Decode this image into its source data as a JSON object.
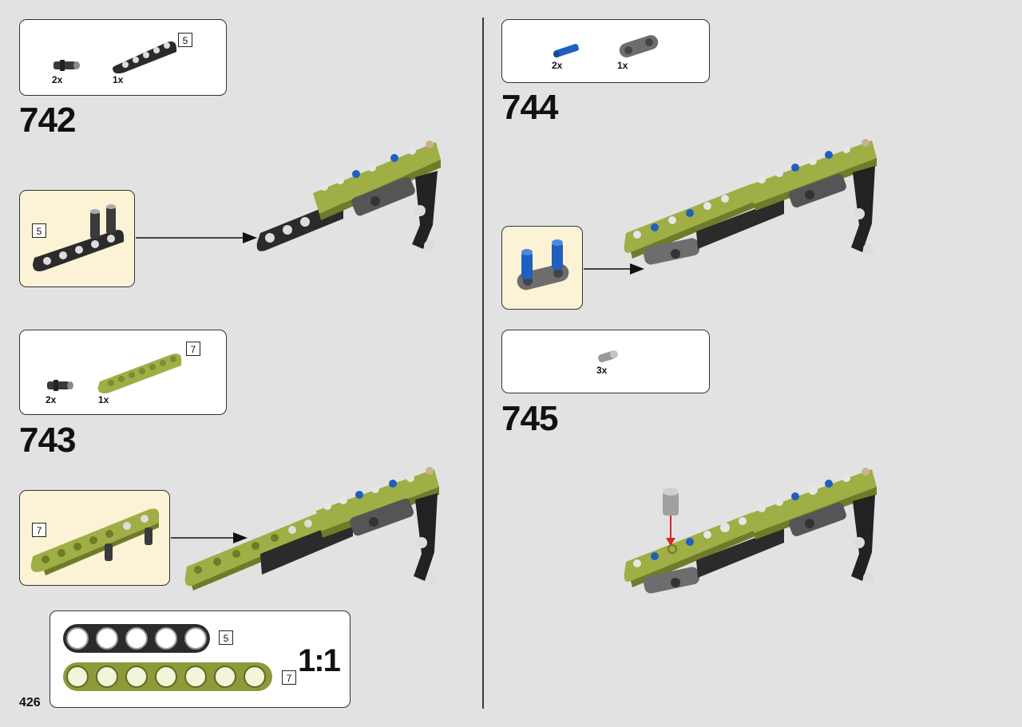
{
  "page": {
    "number": "426"
  },
  "steps": [
    {
      "number": "742",
      "parts": [
        {
          "qty": "2x"
        },
        {
          "qty": "1x",
          "length": "5"
        }
      ],
      "sub_length": "5"
    },
    {
      "number": "743",
      "parts": [
        {
          "qty": "2x"
        },
        {
          "qty": "1x",
          "length": "7"
        }
      ],
      "sub_length": "7"
    },
    {
      "number": "744",
      "parts": [
        {
          "qty": "2x"
        },
        {
          "qty": "1x"
        }
      ]
    },
    {
      "number": "745",
      "parts": [
        {
          "qty": "3x"
        }
      ]
    }
  ],
  "scale_ruler": {
    "ratio": "1:1",
    "beams": [
      {
        "length": "5",
        "color": "#2b2b2b"
      },
      {
        "length": "7",
        "color": "#8e9a3a"
      }
    ]
  },
  "colors": {
    "lime": "#9fae45",
    "lime_dark": "#6f7b28",
    "black": "#2b2b2b",
    "blue": "#1f5fbf",
    "gray": "#6d6d6d",
    "red": "#d62828",
    "callout_bg": "#fcf3d6",
    "background": "#e2e2e2"
  }
}
